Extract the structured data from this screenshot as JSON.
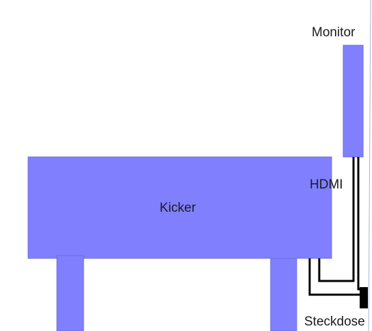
{
  "diagram": {
    "labels": {
      "monitor": "Monitor",
      "hdmi": "HDMI",
      "kicker": "Kicker",
      "socket": "Steckdose"
    },
    "colors": {
      "shape_fill": "#8080ff",
      "cable": "#000000",
      "text": "#1a1a1a"
    }
  }
}
